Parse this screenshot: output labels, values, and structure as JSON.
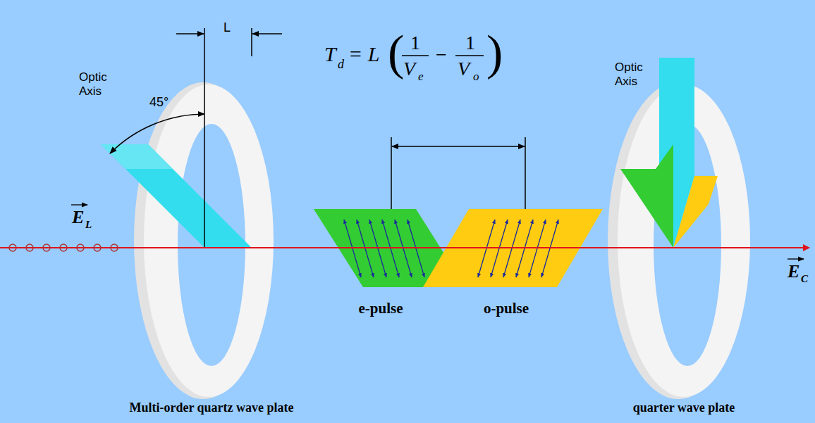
{
  "diagram": {
    "nodes": [
      {
        "text": [
          "Multi-order quartz wave plate"
        ]
      },
      {
        "text": [
          "e-pulse"
        ]
      },
      {
        "text": [
          "o-pulse"
        ]
      },
      {
        "text": [
          "quarter wave plate"
        ]
      }
    ],
    "labels": [
      "Optic Axis",
      "45°",
      "L",
      "T",
      "d",
      "= L",
      "(",
      "1",
      "V",
      "e",
      "−",
      "1",
      "V",
      "o",
      ")",
      "E",
      "L",
      "Optic Axis",
      "E",
      "C"
    ]
  }
}
